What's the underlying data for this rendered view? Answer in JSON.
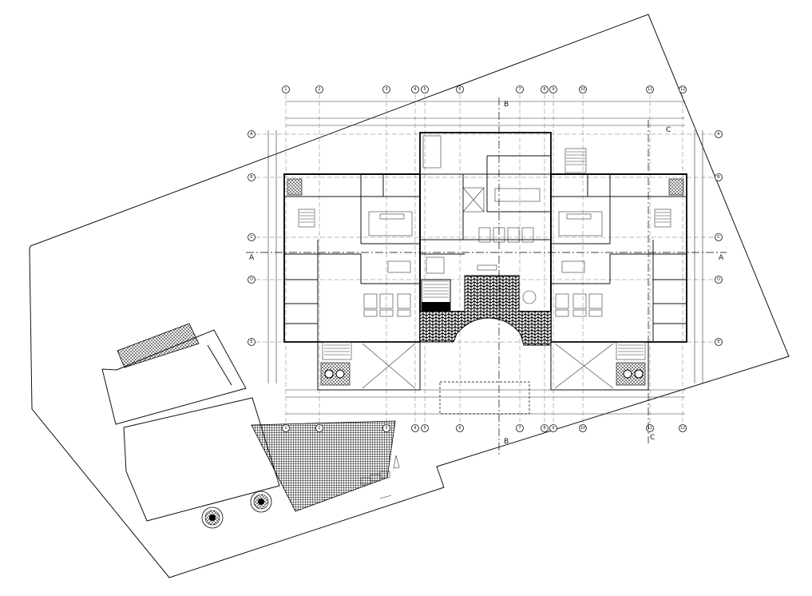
{
  "drawing": {
    "grid_columns": [
      "1",
      "2",
      "3",
      "4",
      "5",
      "6",
      "7",
      "8",
      "9",
      "10",
      "11",
      "12"
    ],
    "grid_rows": [
      "A",
      "B",
      "C",
      "D",
      "E"
    ],
    "section_labels": {
      "section_a": "A",
      "section_b": "B",
      "section_c": "C"
    }
  },
  "colors": {
    "line": "#111111",
    "background": "#ffffff",
    "hatch": "#000000"
  }
}
